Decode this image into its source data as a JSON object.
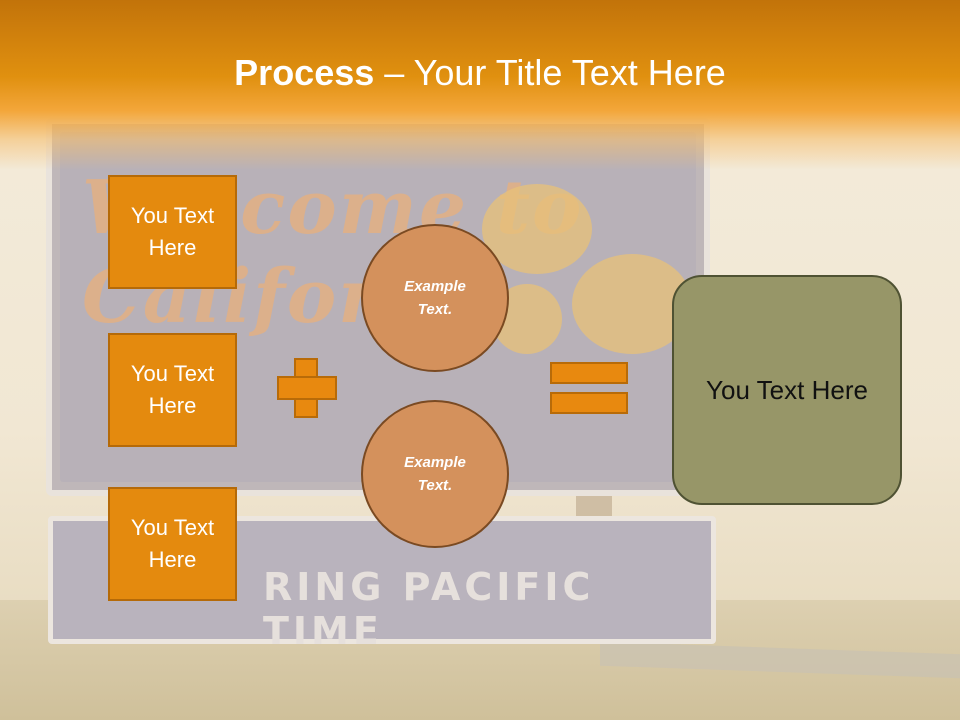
{
  "title": {
    "bold": "Process",
    "dash": " – ",
    "rest": "Your Title Text Here"
  },
  "background": {
    "sign_script": "Welcome to California",
    "sign_lower": "RING PACIFIC TIME"
  },
  "left_boxes": [
    {
      "label": "You Text Here"
    },
    {
      "label": "You Text Here"
    },
    {
      "label": "You Text Here"
    }
  ],
  "circles": [
    {
      "label": "Example Text."
    },
    {
      "label": "Example Text."
    }
  ],
  "result": {
    "label": "You Text Here"
  },
  "colors": {
    "header": "#e0900f",
    "box_fill": "#e48a0e",
    "circle_fill": "#d4915c",
    "result_fill": "#979668"
  }
}
